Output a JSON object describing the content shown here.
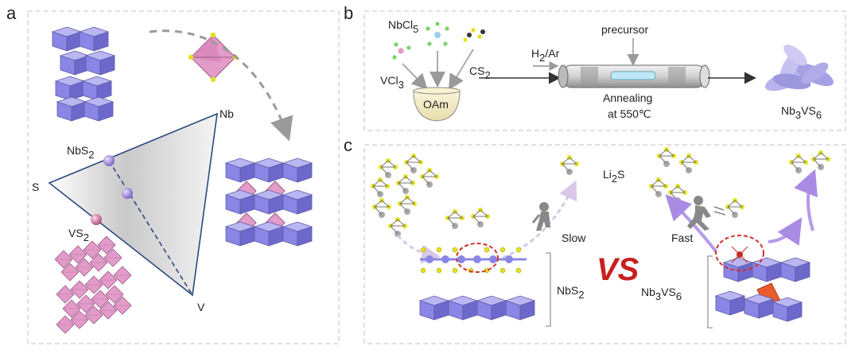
{
  "panels": {
    "a": {
      "letter": "a",
      "labels": {
        "nb": "Nb",
        "s": "S",
        "v": "V",
        "nbs2": "NbS",
        "nbs2_sub": "2",
        "vs2": "VS",
        "vs2_sub": "2"
      }
    },
    "b": {
      "letter": "b",
      "labels": {
        "nbcl5": "NbCl",
        "nbcl5_sub": "5",
        "vcl3": "VCl",
        "vcl3_sub": "3",
        "cs2": "CS",
        "cs2_sub": "2",
        "oam": "OAm",
        "h2ar_pre": "H",
        "h2ar_sub": "2",
        "h2ar_post": "/Ar",
        "precursor": "precursor",
        "annealing": "Annealing",
        "temp": "at 550℃",
        "product": "Nb",
        "product_sub1": "3",
        "product_mid": "VS",
        "product_sub2": "6"
      }
    },
    "c": {
      "letter": "c",
      "labels": {
        "li2s": "Li",
        "li2s_sub": "2",
        "li2s_post": "S",
        "slow": "Slow",
        "fast": "Fast",
        "vs": "VS",
        "nbs2": "NbS",
        "nbs2_sub": "2",
        "nb3vs6": "Nb",
        "nb3vs6_sub1": "3",
        "nb3vs6_mid": "VS",
        "nb3vs6_sub2": "6"
      }
    }
  },
  "colors": {
    "blue_polyhedra": "#8a86e6",
    "pink_polyhedra": "#e39bc9",
    "sulfur": "#e4e11d",
    "triangle_edge": "#2c4a7e",
    "vs_red": "#c8201f",
    "arrow_purple": "#b59be8",
    "panel_border": "#bfbfbf"
  }
}
